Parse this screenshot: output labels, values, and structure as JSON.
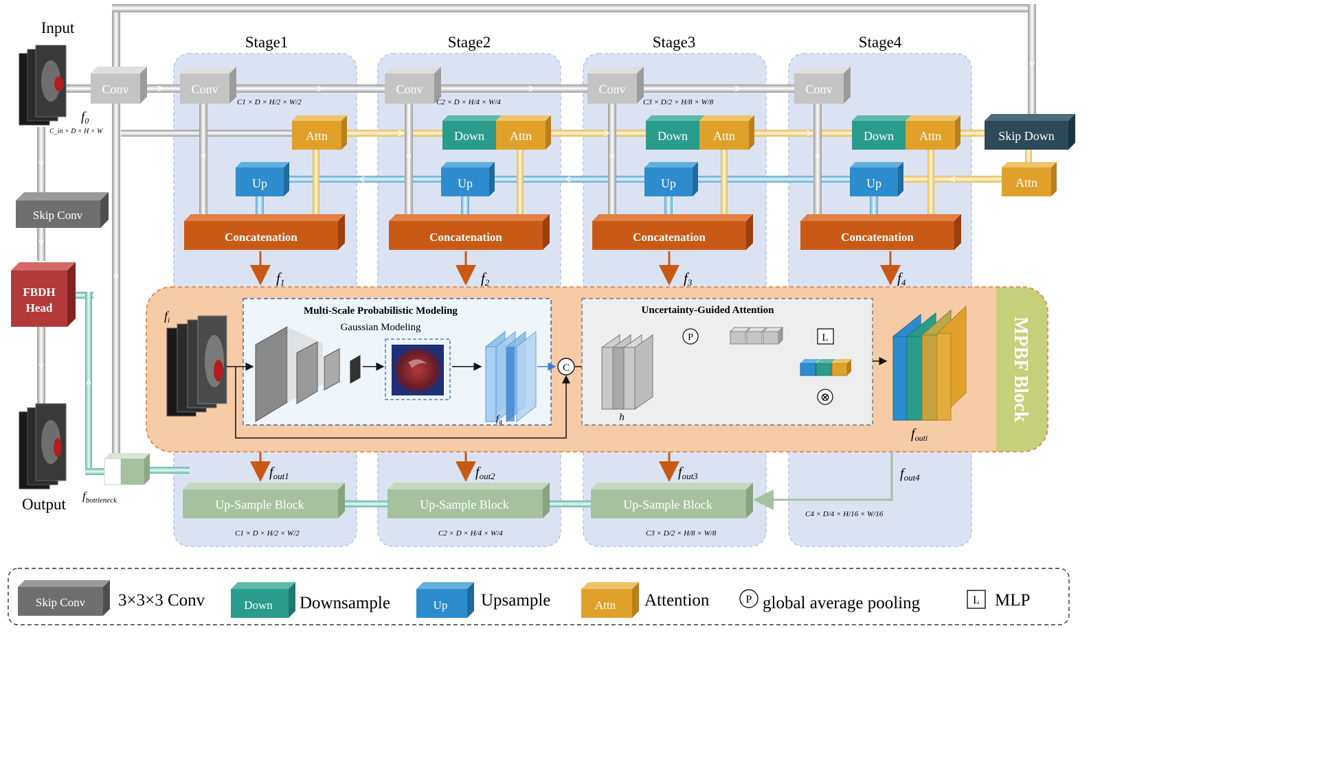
{
  "labels": {
    "input": "Input",
    "output": "Output",
    "stage1": "Stage1",
    "stage2": "Stage2",
    "stage3": "Stage3",
    "stage4": "Stage4",
    "conv": "Conv",
    "attn": "Attn",
    "down": "Down",
    "up": "Up",
    "concat": "Concatenation",
    "skip_down": "Skip Down",
    "skip_conv": "Skip Conv",
    "fbdh_line1": "FBDH",
    "fbdh_line2": "Head",
    "upsample_block": "Up-Sample Block",
    "mpbf_block": "MPBF Block",
    "mspm_title": "Multi-Scale Probabilistic Modeling",
    "gaussian": "Gaussian Modeling",
    "uga_title": "Uncertainty-Guided Attention",
    "c_symbol": "C",
    "p_symbol": "P",
    "l_symbol": "L",
    "x_symbol": "⊗"
  },
  "features": {
    "f0": "f",
    "f0_sub": "0",
    "fi": "f",
    "fi_sub": "i",
    "fg": "f",
    "fg_sub": "g",
    "h": "h",
    "fouti": "f",
    "fouti_sub": "outi",
    "fbottleneck": "f",
    "fbottleneck_sub": "bottleneck",
    "f1": "f",
    "f1_sub": "1",
    "f2": "f",
    "f2_sub": "2",
    "f3": "f",
    "f3_sub": "3",
    "f4": "f",
    "f4_sub": "4",
    "fout1": "f",
    "fout1_sub": "out1",
    "fout2": "f",
    "fout2_sub": "out2",
    "fout3": "f",
    "fout3_sub": "out3",
    "fout4": "f",
    "fout4_sub": "out4"
  },
  "dims": {
    "input_dim": "C_in × D × H × W",
    "s1_conv": "C1 × D × H/2 × W/2",
    "s2_conv": "C2 × D × H/4 × W/4",
    "s3_conv": "C3 × D/2 × H/8 × W/8",
    "s4_out": "C4 × D/4 × H/16 × W/16",
    "s1_up": "C1 × D × H/2 × W/2",
    "s2_up": "C2 × D × H/4 × W/4",
    "s3_up": "C3 × D/2 × H/8 × W/8"
  },
  "legend": {
    "skip_conv_box": "Skip Conv",
    "skip_conv_desc": "3×3×3 Conv",
    "down_box": "Down",
    "down_desc": "Downsample",
    "up_box": "Up",
    "up_desc": "Upsample",
    "attn_box": "Attn",
    "attn_desc": "Attention",
    "p_symbol": "P",
    "p_desc": "global average pooling",
    "l_symbol": "L",
    "l_desc": "MLP"
  },
  "colors": {
    "conv_gray": "#c4c4c4",
    "skipconv_gray": "#6f6f6f",
    "down_teal": "#2a9c8c",
    "up_blue": "#2d8ccd",
    "attn_gold": "#dfa12a",
    "concat_orange": "#c85a16",
    "skipdown_dark": "#2c4a57",
    "fbdh_red": "#b23a38",
    "upsample_green": "#a7c1a0",
    "stage_bg": "#dbe3f3",
    "mpbf_bg": "#f6cba5",
    "mpbf_label_bg": "#c6cf79",
    "arrow_orange": "#c85a16"
  }
}
